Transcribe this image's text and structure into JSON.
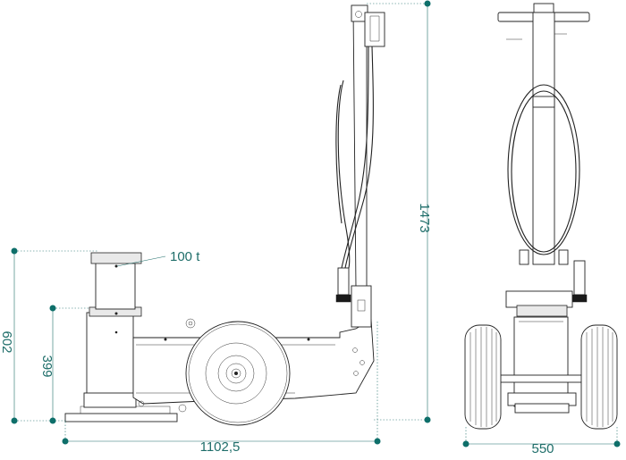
{
  "dimensions": {
    "overall_height": "1473",
    "max_height": "602",
    "min_height": "399",
    "length": "1102,5",
    "width": "550",
    "capacity": "100 t"
  },
  "colors": {
    "dimension": "#1f6e6a",
    "line": "#222222",
    "background": "#ffffff"
  }
}
